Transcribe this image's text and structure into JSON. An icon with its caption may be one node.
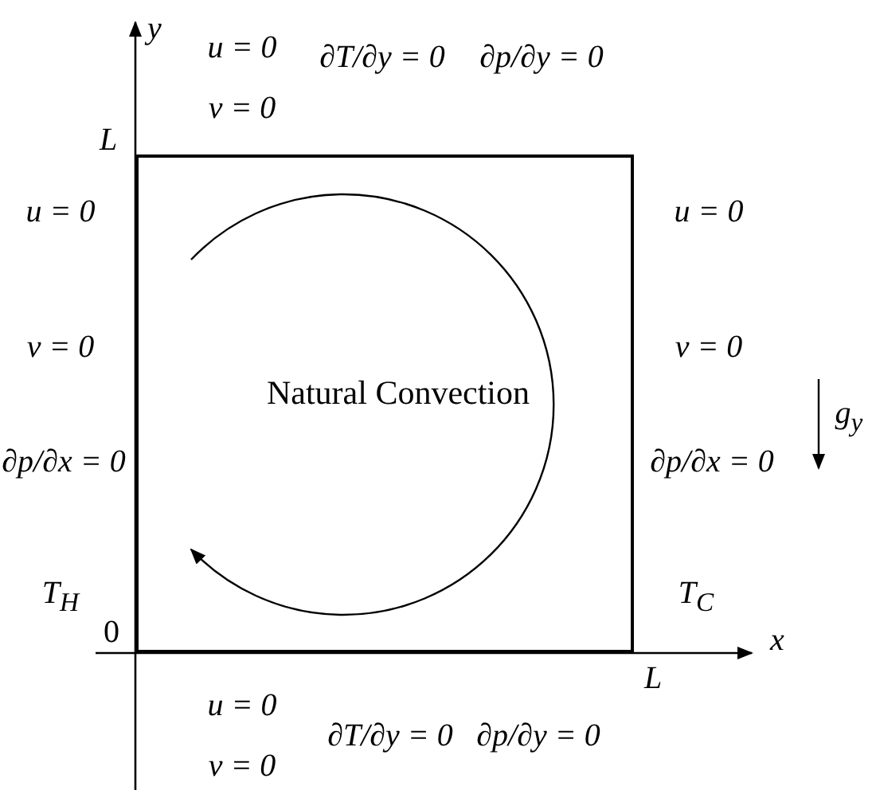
{
  "diagram": {
    "nodes": [
      {
        "text": [
          "Natural Convection"
        ]
      }
    ],
    "labels": [
      "y",
      "u = 0",
      "∂T/∂y = 0",
      "∂p/∂y = 0",
      "v = 0",
      "L",
      "u = 0",
      "u = 0",
      "v = 0",
      "v = 0",
      "g$_{y}$",
      "∂p/∂x = 0",
      "∂p/∂x = 0",
      "T$_{H}$",
      "T$_{C}$",
      "0",
      "x",
      "L",
      "u = 0",
      "∂T/∂y = 0",
      "∂p/∂y = 0",
      "v = 0"
    ]
  }
}
